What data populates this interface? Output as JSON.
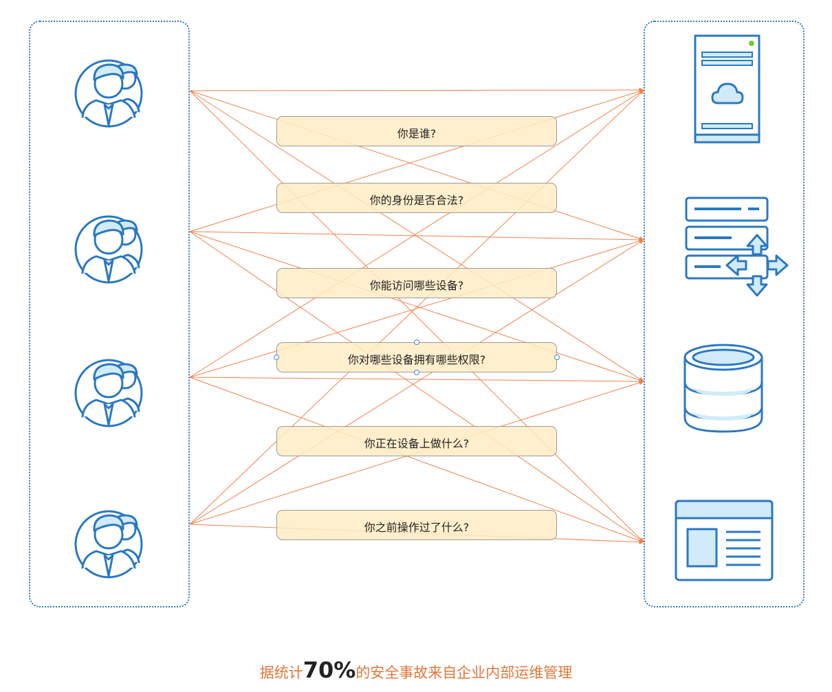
{
  "questions": [
    {
      "id": "q1",
      "label": "你是谁?"
    },
    {
      "id": "q2",
      "label": "你的身份是否合法?"
    },
    {
      "id": "q3",
      "label": "你能访问哪些设备?"
    },
    {
      "id": "q4",
      "label": "你对哪些设备拥有哪些权限?"
    },
    {
      "id": "q5",
      "label": "你正在设备上做什么?"
    },
    {
      "id": "q6",
      "label": "你之前操作过了什么?"
    }
  ],
  "users": [
    {
      "icon": "user-group-icon"
    },
    {
      "icon": "user-group-icon"
    },
    {
      "icon": "user-group-icon"
    },
    {
      "icon": "user-group-icon"
    }
  ],
  "devices": [
    {
      "icon": "cloud-server-icon"
    },
    {
      "icon": "network-switch-icon"
    },
    {
      "icon": "database-icon"
    },
    {
      "icon": "web-application-icon"
    }
  ],
  "connections": [
    [
      0,
      0
    ],
    [
      0,
      1
    ],
    [
      0,
      2
    ],
    [
      0,
      3
    ],
    [
      1,
      0
    ],
    [
      1,
      1
    ],
    [
      1,
      2
    ],
    [
      1,
      3
    ],
    [
      2,
      0
    ],
    [
      2,
      1
    ],
    [
      2,
      2
    ],
    [
      2,
      3
    ],
    [
      3,
      0
    ],
    [
      3,
      1
    ],
    [
      3,
      2
    ],
    [
      3,
      3
    ]
  ],
  "footer": {
    "prefix": "据统计",
    "percent": "70%",
    "suffix": "的安全事故来自企业内部运维管理"
  },
  "colors": {
    "accent": "#2a78c2",
    "icon_fill": "#d2ebfa",
    "connector": "#f0834a",
    "question_fill": "#ffecc4",
    "footer_text": "#e0773a"
  }
}
